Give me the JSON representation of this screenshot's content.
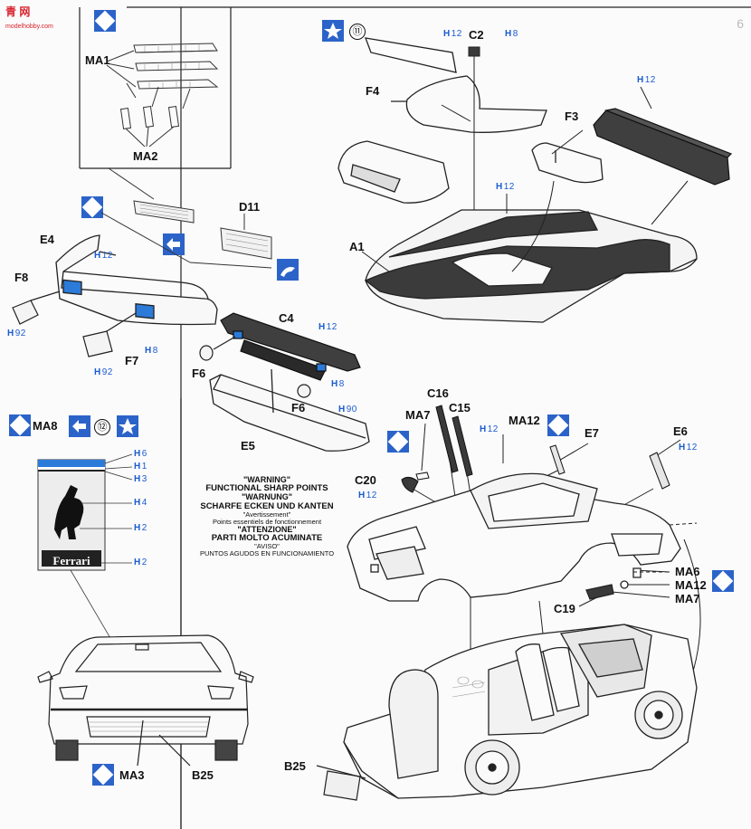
{
  "watermark": {
    "brand": "青 网",
    "url": "modelhobby.com"
  },
  "page_number": "6",
  "steps": {
    "step11": "⑪",
    "step12": "⑫"
  },
  "labels": {
    "MA1": "MA1",
    "MA2": "MA2",
    "E4": "E4",
    "D11": "D11",
    "F8": "F8",
    "F7": "F7",
    "F6a": "F6",
    "F6b": "F6",
    "C4": "C4",
    "E5": "E5",
    "MA8": "MA8",
    "F4": "F4",
    "C2": "C2",
    "F3": "F3",
    "A1": "A1",
    "C16": "C16",
    "C15": "C15",
    "MA7a": "MA7",
    "MA12a": "MA12",
    "E7": "E7",
    "E6": "E6",
    "C20": "C20",
    "MA6": "MA6",
    "MA12b": "MA12",
    "MA7b": "MA7",
    "C19": "C19",
    "MA3": "MA3",
    "B25a": "B25",
    "B25b": "B25"
  },
  "colors": {
    "H12": {
      "code": "H",
      "num": "12"
    },
    "H8": {
      "code": "H",
      "num": "8"
    },
    "H92": {
      "code": "H",
      "num": "92"
    },
    "H90": {
      "code": "H",
      "num": "90"
    },
    "H6": {
      "code": "H",
      "num": "6"
    },
    "H1": {
      "code": "H",
      "num": "1"
    },
    "H3": {
      "code": "H",
      "num": "3"
    },
    "H4": {
      "code": "H",
      "num": "4"
    },
    "H2": {
      "code": "H",
      "num": "2"
    }
  },
  "warning": {
    "en_title": "\"WARNING\"",
    "en_text": "FUNCTIONAL SHARP POINTS",
    "de_title": "\"WARNUNG\"",
    "de_text": "SCHARFE ECKEN UND KANTEN",
    "fr_title": "\"Avertissement\"",
    "fr_text": "Points essentiels de fonctionnement",
    "it_title": "\"ATTENZIONE\"",
    "it_text": "PARTI MOLTO ACUMINATE",
    "es_title": "\"AVISO\"",
    "es_text": "PUNTOS AGUDOS EN FUNCIONAMIENTO"
  },
  "badge": {
    "text": "Ferrari"
  },
  "accent_colors": {
    "diamond": "#2b63c9",
    "paint_ref": "#1a5bd0",
    "panel": "#3f3f3f",
    "badge_stripe": "#2c7bd9"
  },
  "icons": [
    "diamond-icon",
    "star-icon",
    "arrow-icon",
    "glue-icon"
  ]
}
